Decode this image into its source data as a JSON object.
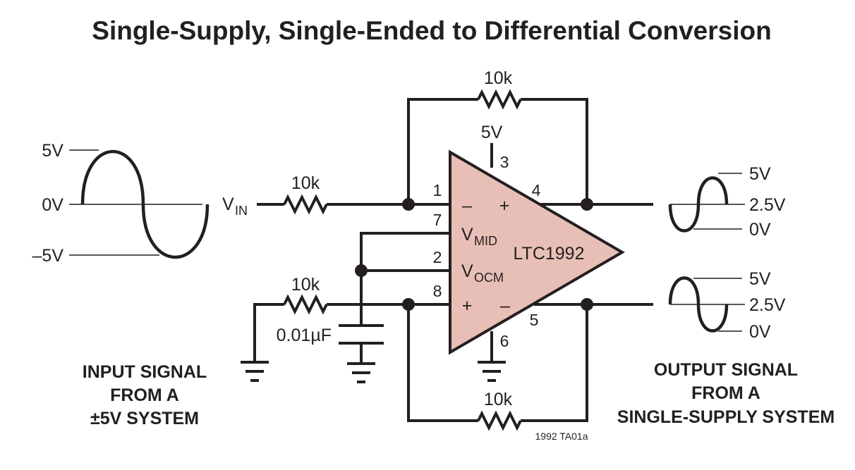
{
  "title": "Single-Supply, Single-Ended to Differential Conversion",
  "components": {
    "r_feedback_top": "10k",
    "r_input_top": "10k",
    "r_input_bottom": "10k",
    "r_feedback_bottom": "10k",
    "capacitor": "0.01µF",
    "supply": "5V",
    "amplifier": "LTC1992"
  },
  "pins": {
    "p1": "1",
    "p2": "2",
    "p3": "3",
    "p4": "4",
    "p5": "5",
    "p6": "6",
    "p7": "7",
    "p8": "8"
  },
  "amp_labels": {
    "minus_in": "–",
    "plus_in": "+",
    "plus_out": "+",
    "minus_out": "–",
    "vmid_main": "V",
    "vmid_sub": "MID",
    "vocm_main": "V",
    "vocm_sub": "OCM"
  },
  "vin_main": "V",
  "vin_sub": "IN",
  "input_levels": {
    "top": "5V",
    "mid": "0V",
    "bottom": "–5V"
  },
  "output_top_levels": {
    "top": "5V",
    "mid": "2.5V",
    "bottom": "0V"
  },
  "output_bottom_levels": {
    "top": "5V",
    "mid": "2.5V",
    "bottom": "0V"
  },
  "input_caption": [
    "INPUT SIGNAL",
    "FROM A",
    "±5V SYSTEM"
  ],
  "output_caption": [
    "OUTPUT SIGNAL",
    "FROM A",
    "SINGLE-SUPPLY SYSTEM"
  ],
  "figure_id": "1992 TA01a",
  "colors": {
    "amplifier_fill": "#e8bfb6",
    "ink": "#231f20"
  }
}
